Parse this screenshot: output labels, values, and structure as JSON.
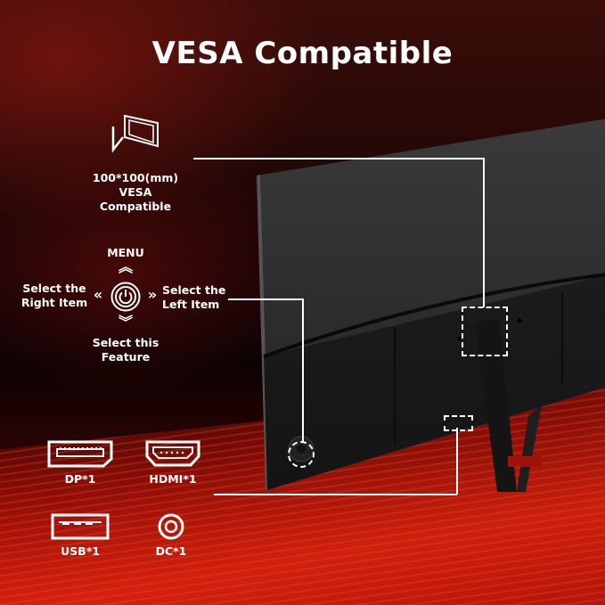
{
  "title": "VESA Compatible",
  "vesa": {
    "icon": "vesa-mount-icon",
    "line1": "100*100(mm)",
    "line2": "VESA Compatible"
  },
  "controls": {
    "up": "MENU",
    "left_line1": "Select the",
    "left_line2": "Right Item",
    "right_line1": "Select the",
    "right_line2": "Left Item",
    "down_line1": "Select this",
    "down_line2": "Feature",
    "center_icon": "power-joystick-icon"
  },
  "ports": [
    {
      "icon": "displayport-icon",
      "label": "DP*1"
    },
    {
      "icon": "hdmi-icon",
      "label": "HDMI*1"
    },
    {
      "icon": "usb-icon",
      "label": "USB*1"
    },
    {
      "icon": "dc-power-icon",
      "label": "DC*1"
    }
  ],
  "colors": {
    "accent_red": "#c0180c",
    "background_dark": "#120303",
    "text": "#ffffff"
  }
}
